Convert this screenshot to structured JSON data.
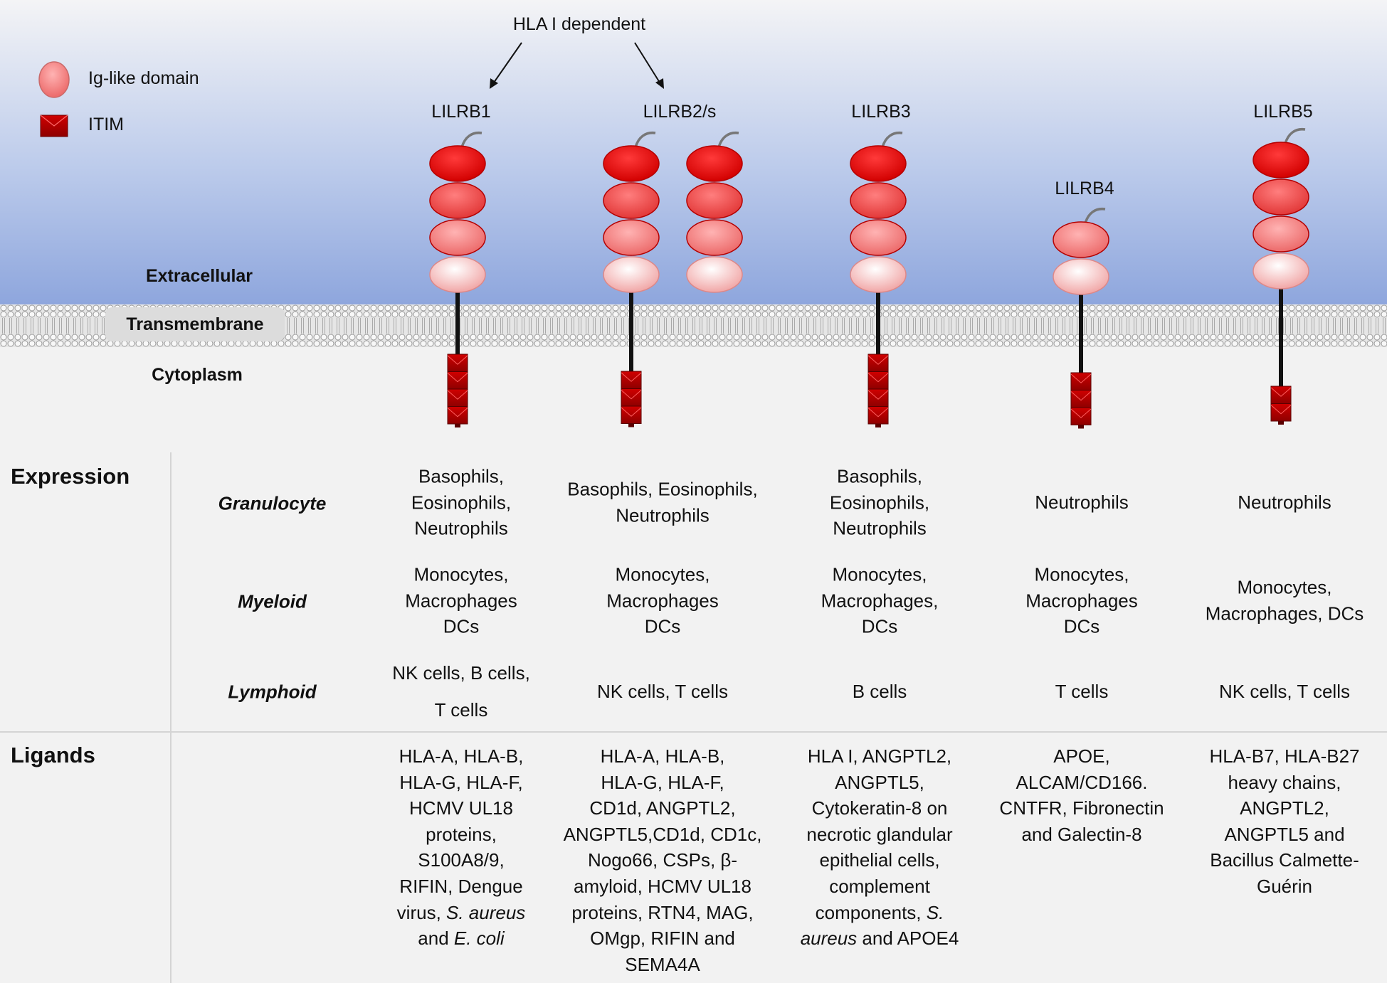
{
  "header": {
    "hla_dependent": "HLA I dependent"
  },
  "legend": {
    "ig_like_domain": "Ig-like domain",
    "itim": "ITIM"
  },
  "regions": {
    "extracellular": "Extracellular",
    "transmembrane": "Transmembrane",
    "cytoplasm": "Cytoplasm"
  },
  "colors": {
    "ig_domain_shades": [
      "#e00000",
      "#f04848",
      "#f37a7a",
      "#f9c6c6"
    ],
    "itim": "#b00000",
    "stalk": "#111111",
    "extracellular_gradient_top": "#f2f2f2",
    "extracellular_gradient_bottom": "#8ea6dd"
  },
  "receptors": [
    {
      "name": "LILRB1",
      "domains": 4,
      "itims": 4
    },
    {
      "name": "LILRB2/s",
      "domains": 4,
      "itims": 3,
      "copies": 2
    },
    {
      "name": "LILRB3",
      "domains": 4,
      "itims": 4
    },
    {
      "name": "LILRB4",
      "domains": 2,
      "itims": 3
    },
    {
      "name": "LILRB5",
      "domains": 4,
      "itims": 2
    }
  ],
  "table": {
    "expression_title": "Expression",
    "ligands_title": "Ligands",
    "categories": {
      "granulocyte": "Granulocyte",
      "myeloid": "Myeloid",
      "lymphoid": "Lymphoid"
    },
    "granulocyte": [
      "Basophils,\nEosinophils,\nNeutrophils",
      "Basophils, Eosinophils,\nNeutrophils",
      "Basophils,\nEosinophils,\nNeutrophils",
      "Neutrophils",
      "Neutrophils"
    ],
    "myeloid": [
      "Monocytes,\nMacrophages\nDCs",
      "Monocytes,\nMacrophages\nDCs",
      "Monocytes,\nMacrophages,\nDCs",
      "Monocytes,\nMacrophages\nDCs",
      "Monocytes,\nMacrophages, DCs"
    ],
    "lymphoid": [
      "NK cells, B cells,\nT cells",
      "NK cells, T cells",
      "B cells",
      "T cells",
      "NK cells, T cells"
    ],
    "ligands": [
      {
        "lines": [
          "HLA-A, HLA-B,",
          "HLA-G, HLA-F,",
          "HCMV UL18",
          "proteins,",
          "S100A8/9,",
          "RIFIN, Dengue"
        ],
        "line7_a": "virus, ",
        "line7_italic": "S. aureus",
        "line8_a": "and ",
        "line8_italic": "E. coli"
      },
      {
        "lines": [
          "HLA-A, HLA-B,",
          "HLA-G, HLA-F,",
          "CD1d, ANGPTL2,",
          "ANGPTL5,CD1d, CD1c,",
          "Nogo66, CSPs, β-",
          "amyloid, HCMV UL18",
          "proteins, RTN4, MAG,",
          "OMgp, RIFIN and",
          "SEMA4A"
        ]
      },
      {
        "lines": [
          "HLA I, ANGPTL2,",
          "ANGPTL5,",
          "Cytokeratin-8 on",
          "necrotic glandular",
          "epithelial cells,",
          "complement"
        ],
        "line7_a": "components, ",
        "line7_italic": "S.",
        "line8_italic": "aureus",
        "line8_b": " and APOE4"
      },
      {
        "lines": [
          "APOE,",
          "ALCAM/CD166.",
          "CNTFR, Fibronectin",
          "and Galectin-8"
        ]
      },
      {
        "lines": [
          "HLA-B7, HLA-B27",
          "heavy chains,",
          "ANGPTL2,",
          "ANGPTL5 and",
          "Bacillus Calmette-",
          "Guérin"
        ]
      }
    ]
  }
}
